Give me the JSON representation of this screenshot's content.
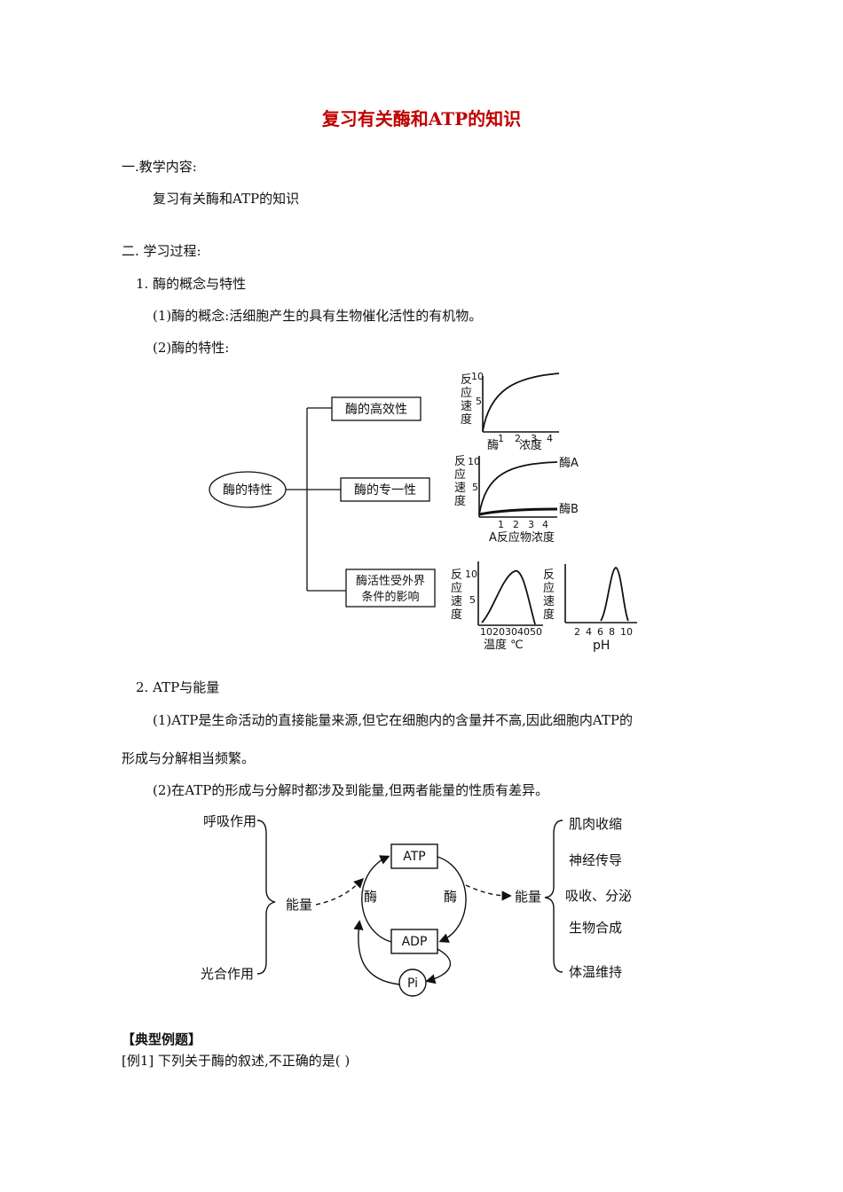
{
  "title": "复习有关酶和ATP的知识",
  "section1": {
    "heading": "一.教学内容:",
    "content": "复习有关酶和ATP的知识"
  },
  "section2": {
    "heading": "二.  学习过程:",
    "item1": {
      "heading": "1.  酶的概念与特性",
      "concept": "(1)酶的概念:活细胞产生的具有生物催化活性的有机物。",
      "properties": "(2)酶的特性:"
    },
    "item2": {
      "heading": "2.  ATP与能量",
      "p1_line1": "(1)ATP是生命活动的直接能量来源,但它在细胞内的含量并不高,因此细胞内ATP的",
      "p1_line2": "形成与分解相当频繁。",
      "p2": "(2)在ATP的形成与分解时都涉及到能量,但两者能量的性质有差异。"
    }
  },
  "enzyme_diagram": {
    "root": "酶的特性",
    "branch_high": "酶的高效性",
    "branch_specific": "酶的专一性",
    "branch_env_line1": "酶活性受外界",
    "branch_env_line2": "条件的影响",
    "ylabel": [
      "反",
      "应",
      "速",
      "度"
    ],
    "ytick_10": "10",
    "ytick_5": "5",
    "g1_xticks": [
      "1",
      "2",
      "3",
      "4"
    ],
    "g1_xlabel_a": "酶",
    "g1_xlabel_b": "浓度",
    "g2_xticks": [
      "1",
      "2",
      "3",
      "4"
    ],
    "g2_xlabel": "A反应物浓度",
    "g2_series_a": "酶A",
    "g2_series_b": "酶B",
    "g3_xticks": "1020304050",
    "g3_xlabel": "温度  ℃",
    "g4_xticks": [
      "2",
      "4",
      "6",
      "8",
      "10"
    ],
    "g4_xlabel": "pH"
  },
  "atp_diagram": {
    "left_top": "呼吸作用",
    "left_bottom": "光合作用",
    "energy_left": "能量",
    "atp": "ATP",
    "adp": "ADP",
    "enzyme_left": "酶",
    "enzyme_right": "酶",
    "pi": "Pi",
    "energy_right": "能量",
    "uses": [
      "肌肉收缩",
      "神经传导",
      "吸收、分泌",
      "生物合成",
      "体温维持"
    ]
  },
  "examples": {
    "heading": "【典型例题】",
    "q1": "[例1] 下列关于酶的叙述,不正确的是(    )"
  }
}
